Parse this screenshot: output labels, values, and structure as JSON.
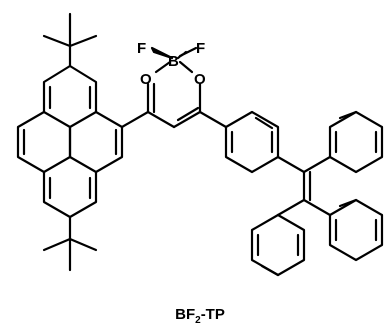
{
  "structure": {
    "atom_labels": {
      "fluorine_left": "F",
      "fluorine_right": "F",
      "boron": "B",
      "oxygen_left": "O",
      "oxygen_right": "O"
    },
    "caption": {
      "main": "BF",
      "subscript": "2",
      "suffix": "-TP"
    }
  },
  "colors": {
    "ink": "#000000",
    "background": "#ffffff"
  }
}
